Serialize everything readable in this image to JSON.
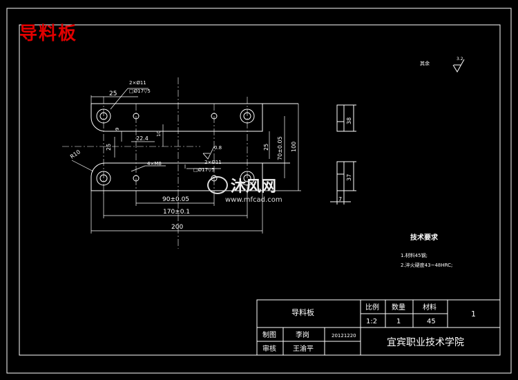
{
  "page_title": "导料板",
  "roughness": {
    "label": "其余",
    "value": "3.2"
  },
  "dims": {
    "d25_top": "25",
    "hole_top": "2×Ø11",
    "cbore_top": "□Ø17▽5",
    "d9": "9",
    "d22_4": "22.4",
    "d10": "10",
    "d25_left": "25",
    "r10": "R10",
    "rough_mid": "0.8",
    "d25_right": "25",
    "d70": "70±0.05",
    "d100": "100",
    "holes_mid": "2×Ø11",
    "cbore_mid": "□Ø17▽5",
    "tap": "4×M8",
    "d90": "90±0.05",
    "d170": "170±0.1",
    "d200": "200",
    "side_38": "38",
    "side_37": "37",
    "side_7": "7"
  },
  "tech_req": {
    "title": "技术要求",
    "item1": "1.材料45钢;",
    "item2": "2.淬火硬度43~48HRC;"
  },
  "title_block": {
    "part_name": "导料板",
    "scale_label": "比例",
    "qty_label": "数量",
    "material_label": "材料",
    "scale": "1:2",
    "qty": "1",
    "material": "45",
    "sheet": "1",
    "drawn_label": "制图",
    "drawn_by": "李岗",
    "date": "20121220",
    "checked_label": "审核",
    "checked_by": "王渝平",
    "school": "宜宾职业技术学院"
  },
  "watermark": {
    "brand": "沐风网",
    "url": "www.mfcad.com"
  }
}
